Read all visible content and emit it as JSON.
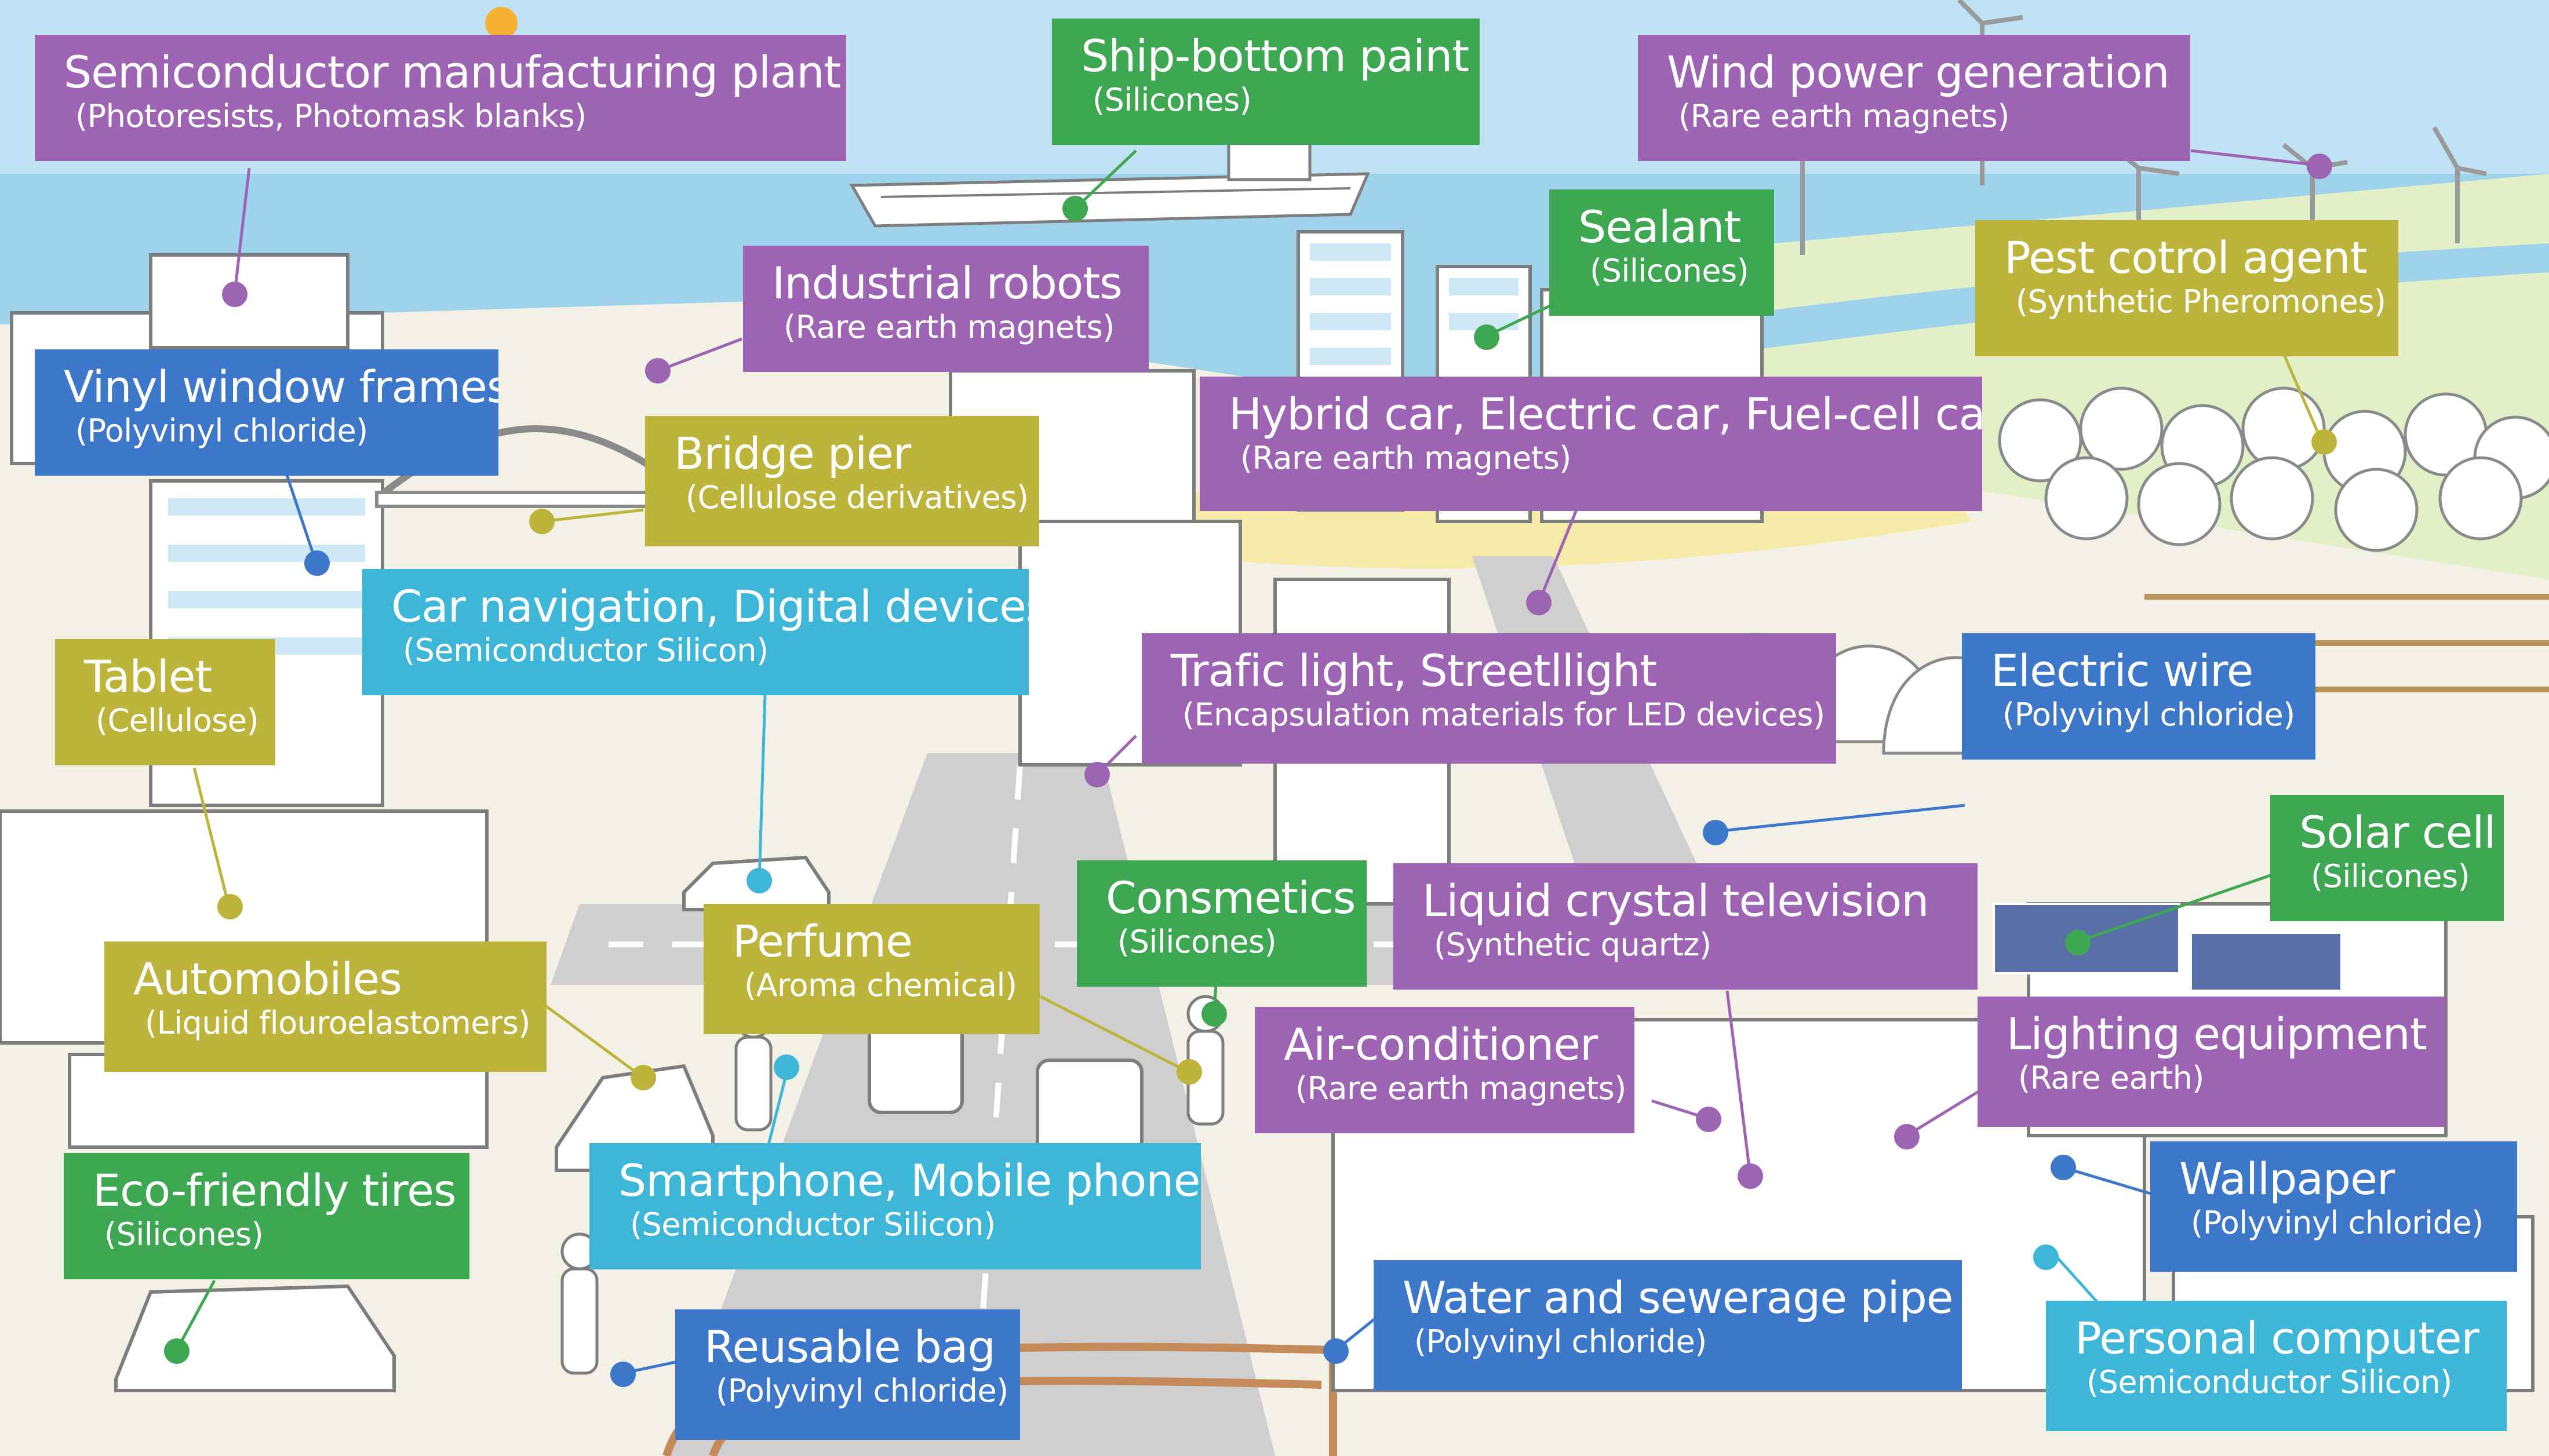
{
  "colors": {
    "purple": "#9d64b4",
    "green": "#3ea752",
    "blue": "#3d77c9",
    "cyan": "#3db6d8",
    "olive": "#bdb53b",
    "sky": "#bfe3f4",
    "ground": "#f3f1e6",
    "road": "#c9c9c9"
  },
  "labels": [
    {
      "id": "semiconductor-plant",
      "title": "Semiconductor manufacturing plant",
      "sub": "(Photoresists, Photomask blanks)",
      "color": "purple"
    },
    {
      "id": "ship-bottom-paint",
      "title": "Ship-bottom paint",
      "sub": "(Silicones)",
      "color": "green"
    },
    {
      "id": "wind-power",
      "title": "Wind power generation",
      "sub": "(Rare earth magnets)",
      "color": "purple"
    },
    {
      "id": "sealant",
      "title": "Sealant",
      "sub": "(Silicones)",
      "color": "green"
    },
    {
      "id": "industrial-robots",
      "title": "Industrial robots",
      "sub": "(Rare earth magnets)",
      "color": "purple"
    },
    {
      "id": "pest-control",
      "title": "Pest cotrol agent",
      "sub": "(Synthetic Pheromones)",
      "color": "olive"
    },
    {
      "id": "vinyl-window",
      "title": "Vinyl window frames",
      "sub": "(Polyvinyl chloride)",
      "color": "blue"
    },
    {
      "id": "bridge-pier",
      "title": "Bridge pier",
      "sub": "(Cellulose derivatives)",
      "color": "olive"
    },
    {
      "id": "hybrid-car",
      "title": "Hybrid car, Electric car, Fuel-cell car",
      "sub": "(Rare earth magnets)",
      "color": "purple"
    },
    {
      "id": "car-navigation",
      "title": "Car navigation, Digital devices",
      "sub": "(Semiconductor Silicon)",
      "color": "cyan"
    },
    {
      "id": "tablet",
      "title": "Tablet",
      "sub": "(Cellulose)",
      "color": "olive"
    },
    {
      "id": "traffic-light",
      "title": "Trafic light, Streetllight",
      "sub": "(Encapsulation materials for LED devices)",
      "color": "purple"
    },
    {
      "id": "electric-wire",
      "title": "Electric wire",
      "sub": "(Polyvinyl chloride)",
      "color": "blue"
    },
    {
      "id": "solar-cell",
      "title": "Solar cell",
      "sub": "(Silicones)",
      "color": "green"
    },
    {
      "id": "cosmetics",
      "title": "Consmetics",
      "sub": "(Silicones)",
      "color": "green"
    },
    {
      "id": "lcd-tv",
      "title": "Liquid crystal television",
      "sub": "(Synthetic quartz)",
      "color": "purple"
    },
    {
      "id": "perfume",
      "title": "Perfume",
      "sub": "(Aroma chemical)",
      "color": "olive"
    },
    {
      "id": "automobiles",
      "title": "Automobiles",
      "sub": "(Liquid flouroelastomers)",
      "color": "olive"
    },
    {
      "id": "air-conditioner",
      "title": "Air-conditioner",
      "sub": "(Rare earth magnets)",
      "color": "purple"
    },
    {
      "id": "lighting",
      "title": "Lighting equipment",
      "sub": "(Rare earth)",
      "color": "purple"
    },
    {
      "id": "wallpaper",
      "title": "Wallpaper",
      "sub": "(Polyvinyl chloride)",
      "color": "blue"
    },
    {
      "id": "smartphone",
      "title": "Smartphone, Mobile phone",
      "sub": "(Semiconductor Silicon)",
      "color": "cyan"
    },
    {
      "id": "eco-tires",
      "title": "Eco-friendly tires",
      "sub": "(Silicones)",
      "color": "green"
    },
    {
      "id": "water-pipe",
      "title": "Water and sewerage pipe",
      "sub": "(Polyvinyl chloride)",
      "color": "blue"
    },
    {
      "id": "personal-computer",
      "title": "Personal computer",
      "sub": "(Semiconductor Silicon)",
      "color": "cyan"
    },
    {
      "id": "reusable-bag",
      "title": "Reusable bag",
      "sub": "(Polyvinyl chloride)",
      "color": "blue"
    }
  ]
}
